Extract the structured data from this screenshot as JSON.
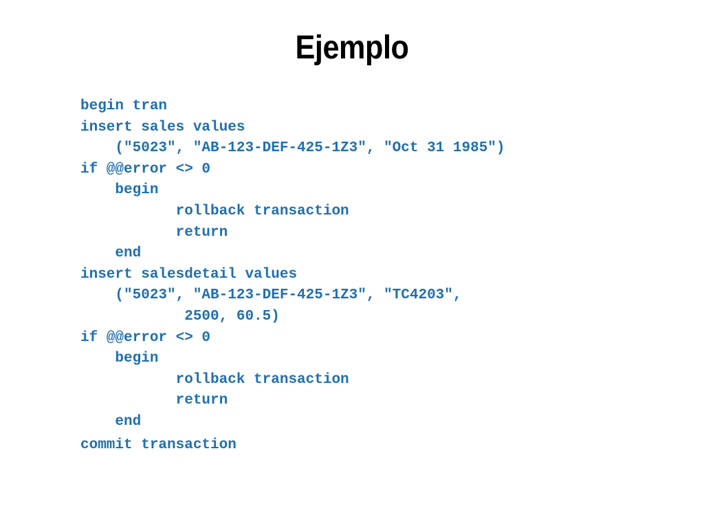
{
  "slide": {
    "title": "Ejemplo",
    "text_color": "#1f6fb2",
    "code_lines": [
      "begin tran",
      "insert sales values",
      "    (\"5023\", \"AB-123-DEF-425-1Z3\", \"Oct 31 1985\")",
      "if @@error <> 0",
      "    begin",
      "           rollback transaction",
      "           return",
      "    end",
      "insert salesdetail values",
      "    (\"5023\", \"AB-123-DEF-425-1Z3\", \"TC4203\",",
      "            2500, 60.5)",
      "if @@error <> 0",
      "    begin",
      "           rollback transaction",
      "           return",
      "    end",
      "commit transaction"
    ]
  }
}
